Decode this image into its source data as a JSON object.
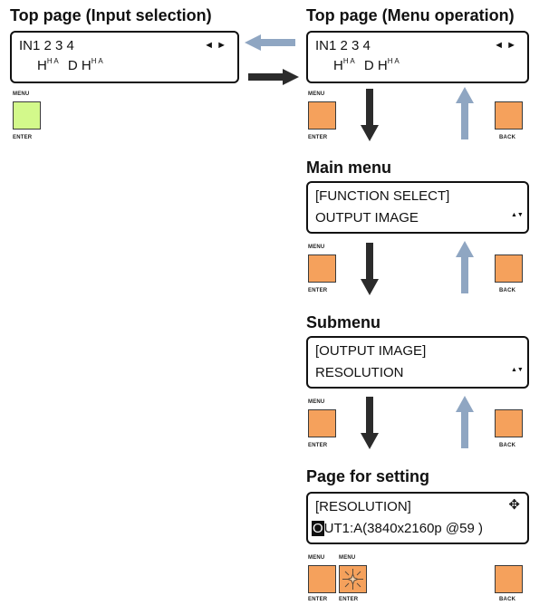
{
  "headings": {
    "top_input": "Top page (Input selection)",
    "top_menu": "Top page (Menu operation)",
    "main_menu": "Main menu",
    "submenu": "Submenu",
    "setting": "Page for setting"
  },
  "top_input_lcd": {
    "line1": "IN1  2  3  4",
    "line2_a": "H",
    "line2_a_sup": "H A",
    "line2_b": "D  H",
    "line2_b_sup": "H A",
    "nav": "◄ ►"
  },
  "top_menu_lcd": {
    "line1": "IN1  2  3  4",
    "line2_a": "H",
    "line2_a_sup": "H A",
    "line2_b": "D  H",
    "line2_b_sup": "H A",
    "nav": "◄ ►"
  },
  "main_menu_lcd": {
    "line1": "[FUNCTION SELECT]",
    "line2": "OUTPUT  IMAGE",
    "updown": "▲▼"
  },
  "submenu_lcd": {
    "line1": "[OUTPUT  IMAGE]",
    "line2": "RESOLUTION",
    "updown": "▲▼"
  },
  "setting_lcd": {
    "line1": "[RESOLUTION]",
    "line2_cursor": "O",
    "line2": "UT1:A(3840x2160p  @59   )",
    "fourway": "✥"
  },
  "buttons": {
    "menu": "MENU",
    "enter": "ENTER",
    "back": "BACK"
  },
  "colors": {
    "orange_button": "#f5a15c",
    "green_button": "#d3f98b",
    "dark_arrow": "#2b2b2b",
    "blue_arrow": "#8fa6c2"
  }
}
